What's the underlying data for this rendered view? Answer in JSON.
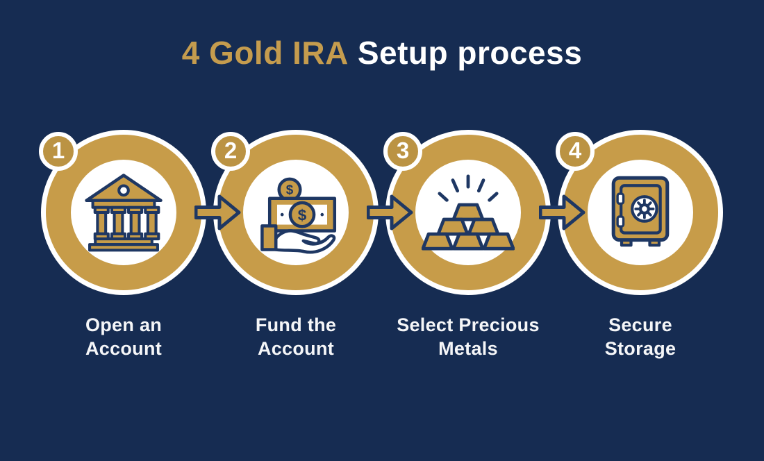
{
  "title": {
    "highlight": "4 Gold IRA",
    "rest": "Setup process"
  },
  "steps": [
    {
      "number": "1",
      "label_line1": "Open an",
      "label_line2": "Account",
      "icon": "bank-icon"
    },
    {
      "number": "2",
      "label_line1": "Fund the",
      "label_line2": "Account",
      "icon": "money-hand-icon"
    },
    {
      "number": "3",
      "label_line1": "Select Precious",
      "label_line2": "Metals",
      "icon": "gold-bars-icon"
    },
    {
      "number": "4",
      "label_line1": "Secure",
      "label_line2": "Storage",
      "icon": "vault-safe-icon"
    }
  ],
  "icons": {
    "dollar_symbol": "$"
  },
  "colors": {
    "background": "#162c52",
    "gold": "#c79c49",
    "badge_gold": "#bb9343",
    "navy_outline": "#1e3763",
    "white": "#ffffff",
    "title_gold": "#c59c4e"
  }
}
